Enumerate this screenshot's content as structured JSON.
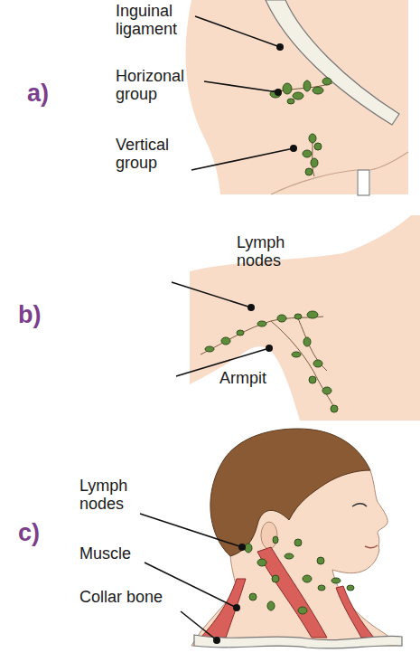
{
  "diagram": {
    "labels": [
      "a)",
      "Inguinal ligament",
      "Horizonal group",
      "Vertical group",
      "b)",
      "Lymph nodes",
      "Armpit",
      "c)",
      "Lymph nodes",
      "Muscle",
      "Collar bone"
    ]
  }
}
